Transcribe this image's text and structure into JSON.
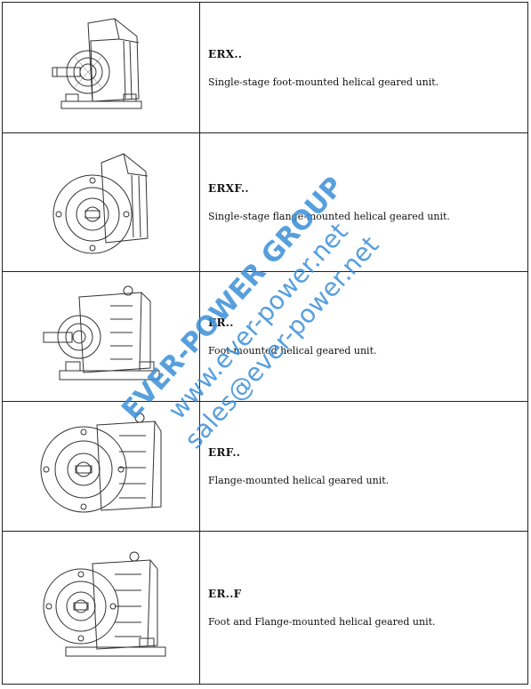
{
  "products": [
    {
      "code": "ERX..",
      "description": "Single-stage foot-mounted helical geared unit.",
      "icon": "foot-mounted-gear-unit-drawing"
    },
    {
      "code": "ERXF..",
      "description": "Single-stage flange-mounted helical geared unit.",
      "icon": "flange-mounted-gear-unit-drawing"
    },
    {
      "code": "ER..",
      "description": "Foot-mounted helical geared unit.",
      "icon": "foot-mounted-gear-unit-drawing"
    },
    {
      "code": "ERF..",
      "description": "Flange-mounted helical geared unit.",
      "icon": "flange-mounted-gear-unit-drawing"
    },
    {
      "code": "ER..F",
      "description": "Foot and Flange-mounted helical geared unit.",
      "icon": "foot-flange-mounted-gear-unit-drawing"
    }
  ],
  "watermark": {
    "line1": "EVER-POWER GROUP",
    "line2": "www.ever-power.net",
    "line3": "sales@ever-power.net",
    "color": "#3a8fd8"
  }
}
